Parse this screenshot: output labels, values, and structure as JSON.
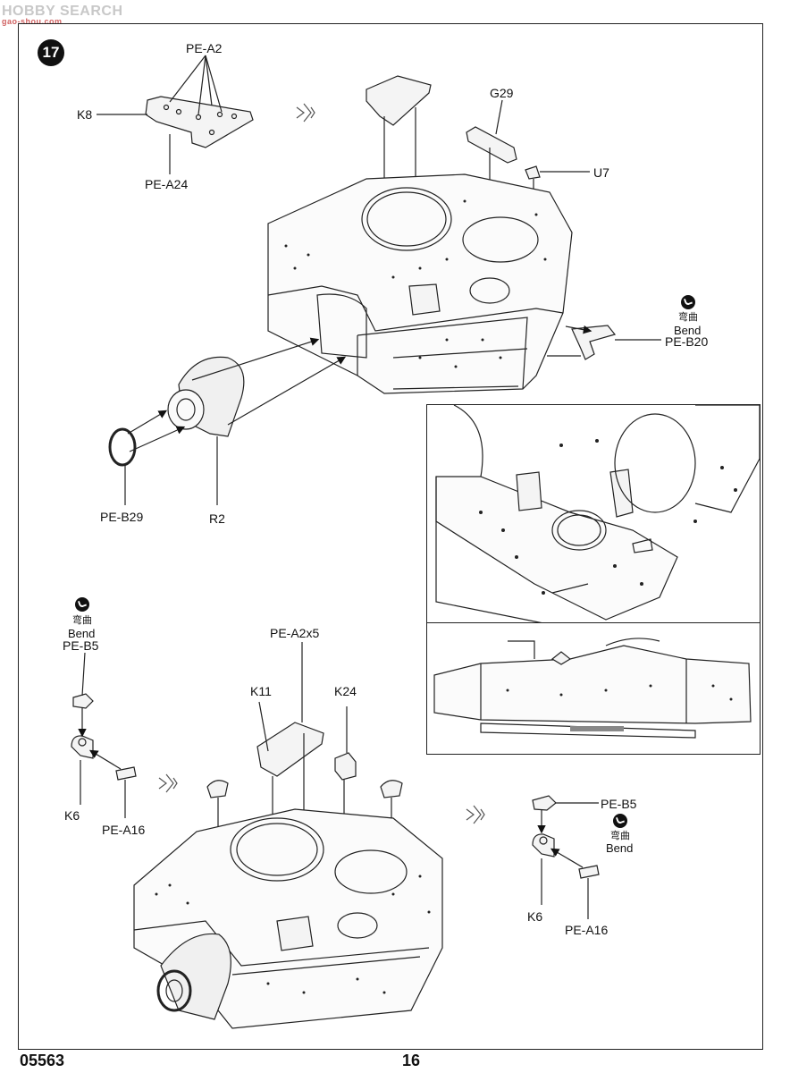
{
  "watermark": {
    "text": "HOBBY SEARCH",
    "subtext": "gao-shou.com"
  },
  "step": {
    "number": "17"
  },
  "labels": {
    "pe_a2": "PE-A2",
    "k8": "K8",
    "pe_a24": "PE-A24",
    "g29": "G29",
    "u7": "U7",
    "bend_cn": "弯曲",
    "bend_en": "Bend",
    "pe_b20": "PE-B20",
    "pe_b29": "PE-B29",
    "r2": "R2",
    "pe_b5": "PE-B5",
    "pe_a2x5": "PE-A2x5",
    "k11": "K11",
    "k24": "K24",
    "k6": "K6",
    "pe_a16": "PE-A16"
  },
  "footer": {
    "catalog": "05563",
    "page": "16"
  }
}
